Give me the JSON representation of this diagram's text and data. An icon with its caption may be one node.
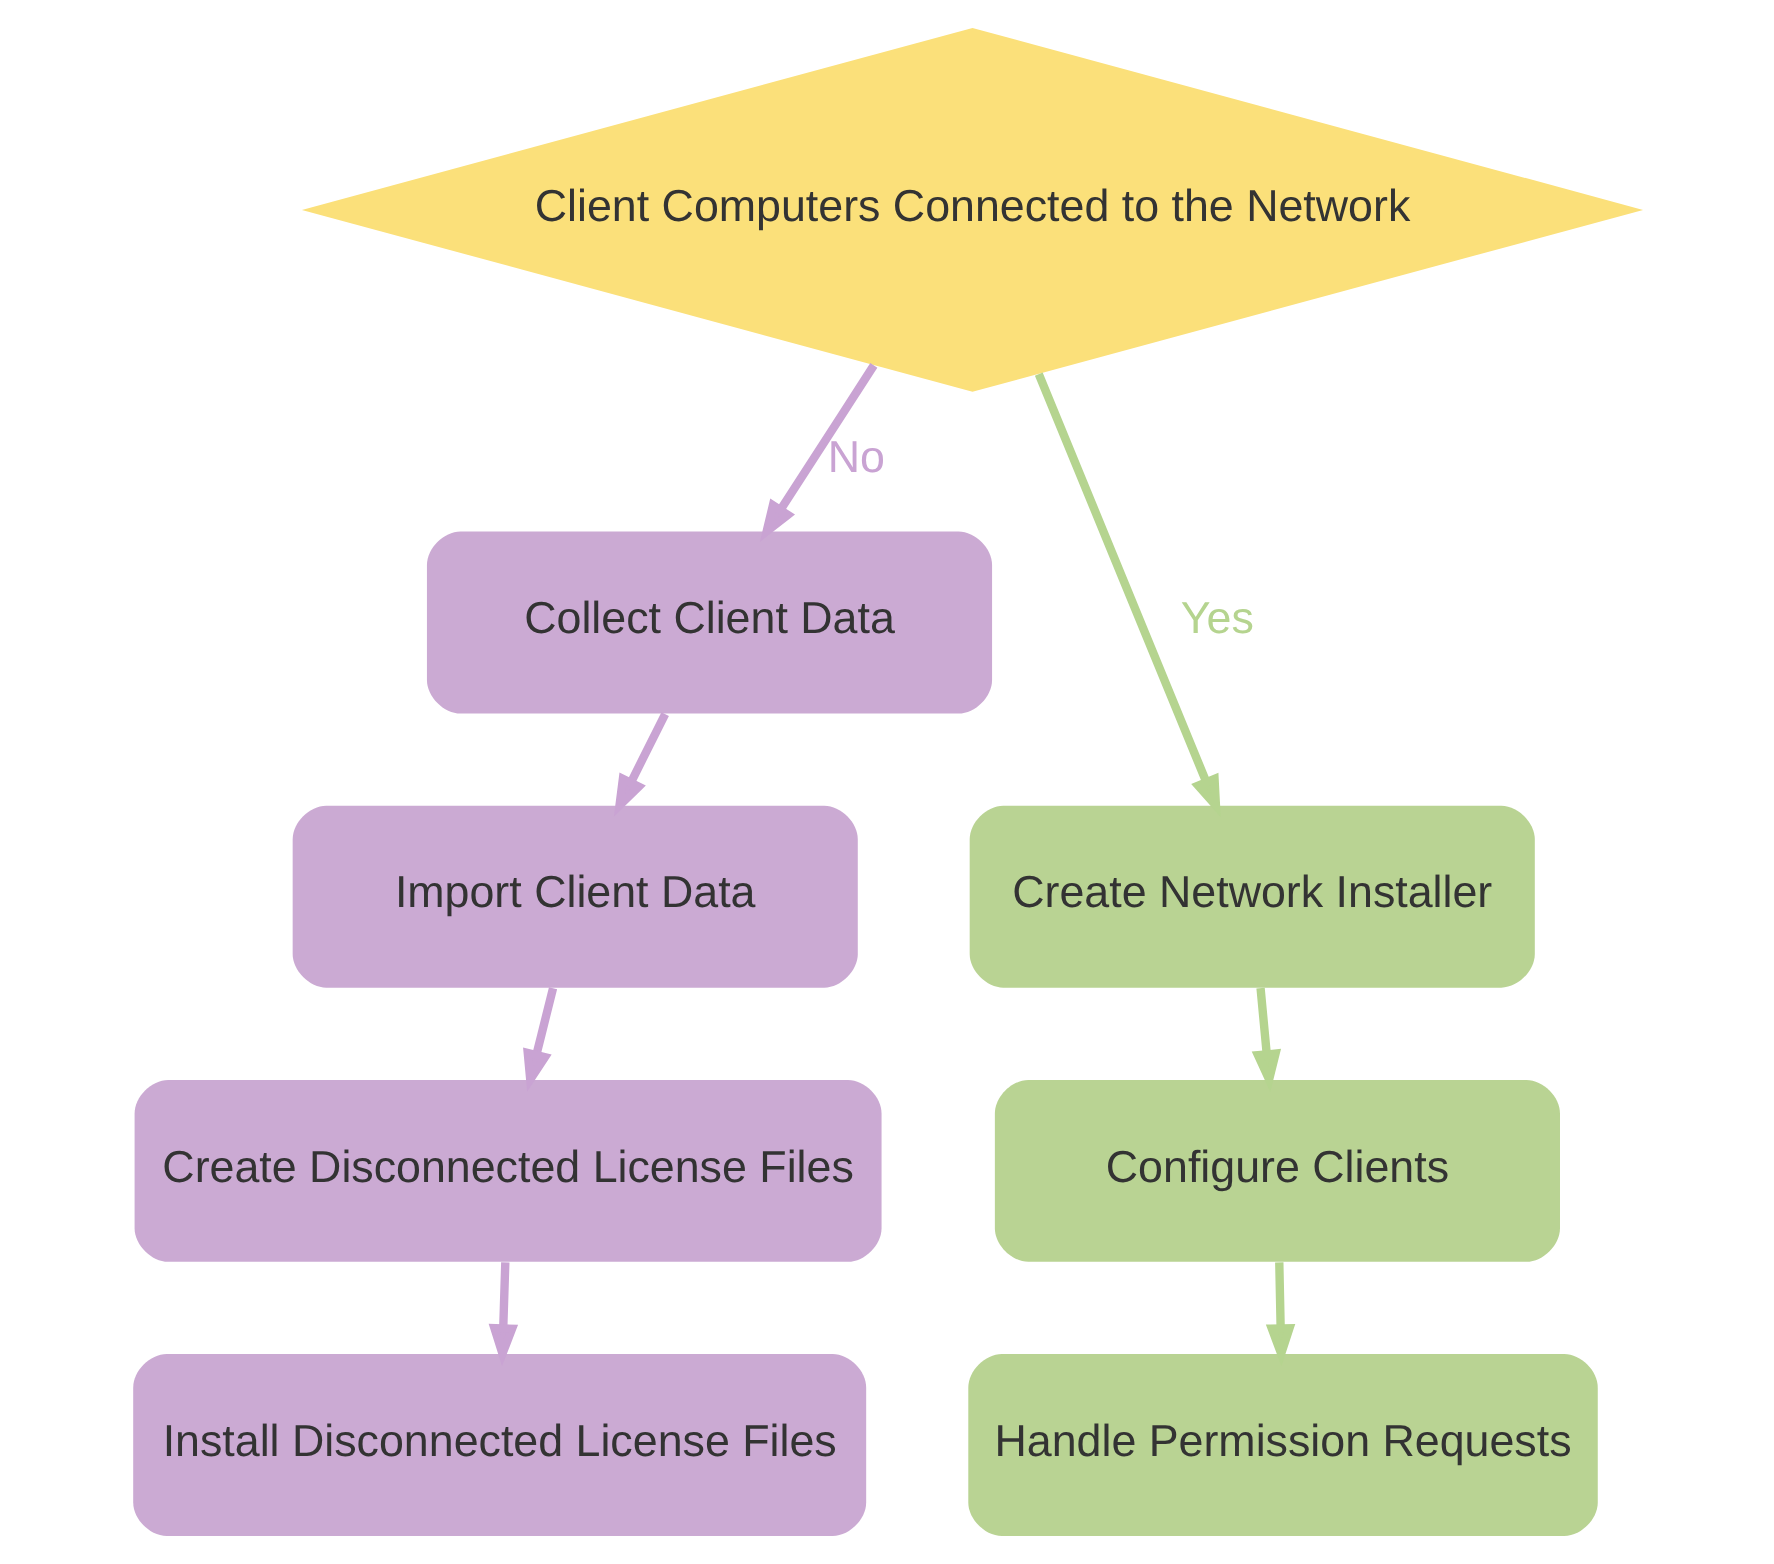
{
  "diagram": {
    "nodes": [
      {
        "text": [
          "Client Computers Connected to the Network"
        ]
      },
      {
        "text": [
          "Collect Client Data"
        ]
      },
      {
        "text": [
          "Create Network Installer"
        ]
      },
      {
        "text": [
          "Import Client Data"
        ]
      },
      {
        "text": [
          "Configure Clients"
        ]
      },
      {
        "text": [
          "Create Disconnected License Files"
        ]
      },
      {
        "text": [
          "Handle Permission Requests"
        ]
      },
      {
        "text": [
          "Install Disconnected License Files"
        ]
      }
    ],
    "edges": [
      {
        "from": 0,
        "to": 1,
        "arrow": "to",
        "label": "No"
      },
      {
        "from": 0,
        "to": 2,
        "arrow": "to",
        "label": "Yes",
        "color": "#b5d48f"
      },
      {
        "from": 1,
        "to": 3,
        "arrow": "to"
      },
      {
        "from": 2,
        "to": 4,
        "arrow": "to",
        "color": "#b5d48f"
      },
      {
        "from": 3,
        "to": 5,
        "arrow": "to"
      },
      {
        "from": 4,
        "to": 6,
        "arrow": "to",
        "color": "#b5d48f"
      },
      {
        "from": 5,
        "to": 7,
        "arrow": "to"
      }
    ]
  }
}
